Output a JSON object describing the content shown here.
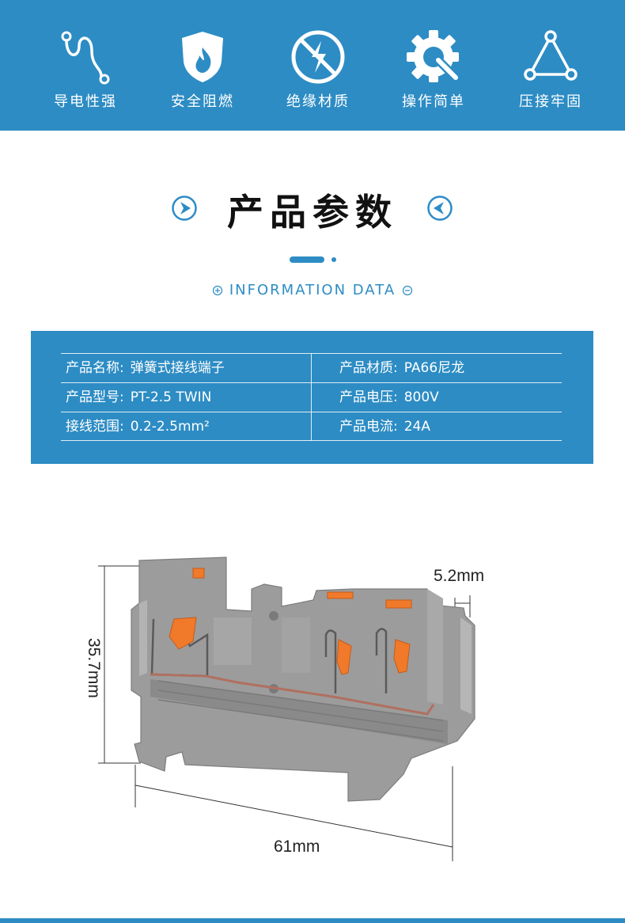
{
  "features": [
    {
      "icon": "conductive-wave-icon",
      "label": "导电性强"
    },
    {
      "icon": "flame-shield-icon",
      "label": "安全阻燃"
    },
    {
      "icon": "no-electricity-icon",
      "label": "绝缘材质"
    },
    {
      "icon": "gear-wrench-icon",
      "label": "操作简单"
    },
    {
      "icon": "triangle-nodes-icon",
      "label": "压接牢固"
    }
  ],
  "section": {
    "title": "产品参数",
    "subtitle": "INFORMATION DATA"
  },
  "specs": [
    {
      "left_key": "产品名称",
      "left_value": "弹簧式接线端子",
      "right_key": "产品材质",
      "right_value": "PA66尼龙"
    },
    {
      "left_key": "产品型号",
      "left_value": "PT-2.5 TWIN",
      "right_key": "产品电压",
      "right_value": "800V"
    },
    {
      "left_key": "接线范围",
      "left_value": "0.2-2.5mm²",
      "right_key": "产品电流",
      "right_value": "24A"
    }
  ],
  "dimensions": {
    "width": "5.2mm",
    "height": "35.7mm",
    "length": "61mm"
  },
  "colors": {
    "brand_blue": "#2d8cc4",
    "housing_gray": "#9a9a9a",
    "lever_orange": "#f07a2a"
  }
}
